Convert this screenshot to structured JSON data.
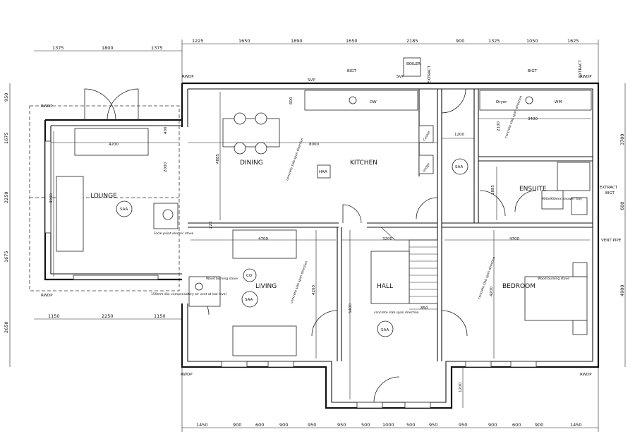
{
  "rooms": {
    "lounge": "LOUNGE",
    "dining": "DINING",
    "kitchen": "KITCHEN",
    "ensuite": "ENSUITE",
    "living": "LIVING",
    "hall": "HALL",
    "bedroom": "BEDROOM"
  },
  "dims_top_row1": [
    "1225",
    "1650",
    "1890",
    "1650",
    "2185",
    "900",
    "1325",
    "1050",
    "1625"
  ],
  "dims_top_row2": [
    "1375",
    "1800",
    "1375"
  ],
  "dims_bottom_lounge": [
    "1150",
    "2250",
    "1150"
  ],
  "dims_bottom": [
    "1450",
    "900",
    "600",
    "900",
    "950",
    "950",
    "500",
    "1000",
    "500",
    "950",
    "950",
    "900",
    "600",
    "900",
    "1450"
  ],
  "dims_left": [
    "950",
    "1675",
    "2250",
    "1675",
    "2650"
  ],
  "dims_right": [
    "3700",
    "600",
    "4900"
  ],
  "interior_dims": {
    "lounge_w": "4200",
    "lounge_h": "4900",
    "lounge_sofa": "2000",
    "lounge_400": "400",
    "kitchen_len": "8000",
    "kitchen_h": "4885",
    "kitchen_600": "600",
    "kitchen_225": "225",
    "utility_w": "1200",
    "ensuite_w": "3400",
    "ensuite_2100": "2100",
    "ensuite_h": "1885",
    "living_w": "4700",
    "living_h": "4200",
    "hall_w": "3200",
    "hall_h": "5400",
    "hall_850": "850",
    "hall_1200": "1200",
    "bedroom_w": "4700",
    "bedroom_h": "4200"
  },
  "labels": {
    "rwdp": "RWDP",
    "svp": "SVP",
    "bigt": "BIGT",
    "boiler": "BOILER",
    "extract": "EXTRACT",
    "dw": "DW",
    "dryer": "Dryer",
    "wm": "WM",
    "cooker": "Cooker",
    "fridge": "Fridge",
    "haa": "HAA",
    "saa": "SAA",
    "co": "CO",
    "vent_pipe": "VENT PIPE",
    "focal_point": "Focal point electric stove",
    "wood_stove": "Wood burning stove",
    "compensatory": "150mm dia. compensatory air vent at low level",
    "concrete_slab": "concrete slab span direction",
    "shower_tray": "900x900mm shower tray"
  }
}
